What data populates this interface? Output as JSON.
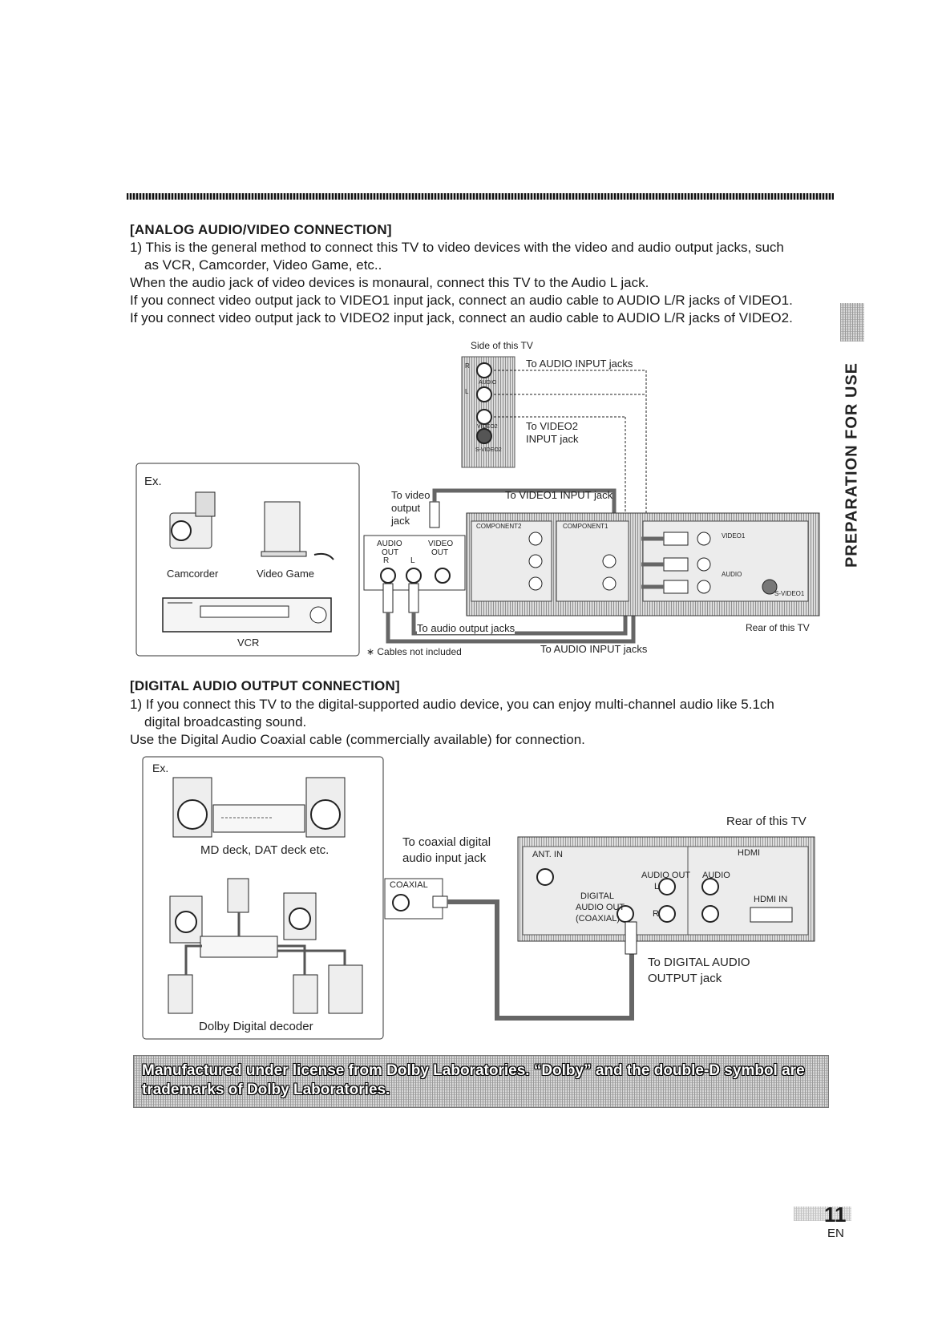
{
  "header": {
    "analog_title": "[ANALOG AUDIO/VIDEO CONNECTION]",
    "analog_p1_line1": "1) This is the general method to connect this TV to video devices with the video and audio output jacks, such",
    "analog_p1_line2": "as VCR, Camcorder, Video Game, etc..",
    "analog_p2": "When the audio jack of video devices is monaural, connect this TV to the Audio L jack.",
    "analog_p3": "If you connect video output jack to VIDEO1 input jack, connect an audio cable to AUDIO L/R jacks of VIDEO1.",
    "analog_p4": "If you connect video output jack to VIDEO2 input jack, connect an audio cable to AUDIO L/R jacks of VIDEO2."
  },
  "side_tab": {
    "label": "PREPARATION FOR USE"
  },
  "analog_diagram": {
    "side_of_tv": "Side of this TV",
    "to_audio_input_top": "To AUDIO INPUT jacks",
    "to_video2_line1": "To VIDEO2",
    "to_video2_line2": "INPUT jack",
    "side_jack_r": "R",
    "side_jack_audio": "AUDIO",
    "side_jack_l": "L",
    "side_jack_video2": "VIDEO2",
    "side_jack_svideo2": "S-VIDEO2",
    "ex": "Ex.",
    "camcorder": "Camcorder",
    "video_game": "Video Game",
    "vcr": "VCR",
    "to_video_output_1": "To video",
    "to_video_output_2": "output",
    "to_video_output_3": "jack",
    "audio_out": "AUDIO",
    "out1": "OUT",
    "video_out": "VIDEO",
    "out2": "OUT",
    "r": "R",
    "l": "L",
    "to_video1_input": "To VIDEO1 INPUT jack",
    "component2": "COMPONENT2",
    "component1": "COMPONENT1",
    "video1": "VIDEO1",
    "audio_small": "AUDIO",
    "s_video1": "S-VIDEO1",
    "to_audio_output": "To audio output jacks",
    "rear_tv": "Rear of this TV",
    "cables_note": "∗ Cables not included",
    "to_audio_input_bottom": "To AUDIO INPUT jacks"
  },
  "digital": {
    "title": "[DIGITAL AUDIO OUTPUT CONNECTION]",
    "p1_line1": "1) If you connect this TV to the digital-supported audio device, you can enjoy multi-channel audio like 5.1ch",
    "p1_line2": "digital broadcasting sound.",
    "p2": "Use the Digital Audio Coaxial cable (commercially available) for connection."
  },
  "digital_diagram": {
    "ex": "Ex.",
    "md_deck": "MD deck, DAT deck etc.",
    "dolby_decoder": "Dolby Digital decoder",
    "to_coaxial_1": "To coaxial digital",
    "to_coaxial_2": "audio input jack",
    "coaxial": "COAXIAL",
    "rear_tv": "Rear of this TV",
    "ant_in": "ANT. IN",
    "hdmi": "HDMI",
    "audio_out": "AUDIO OUT",
    "audio": "AUDIO",
    "l": "L",
    "r": "R",
    "digital": "DIGITAL",
    "audio_out2": "AUDIO OUT",
    "coaxial2": "(COAXIAL)",
    "hdmi_in": "HDMI IN",
    "to_digital_1": "To DIGITAL AUDIO",
    "to_digital_2": "OUTPUT jack"
  },
  "notice": {
    "line1": "Manufactured under license from Dolby Laboratories. “Dolby” and the double-D symbol are",
    "line2": "trademarks of Dolby Laboratories."
  },
  "page": {
    "number": "11",
    "lang": "EN"
  }
}
